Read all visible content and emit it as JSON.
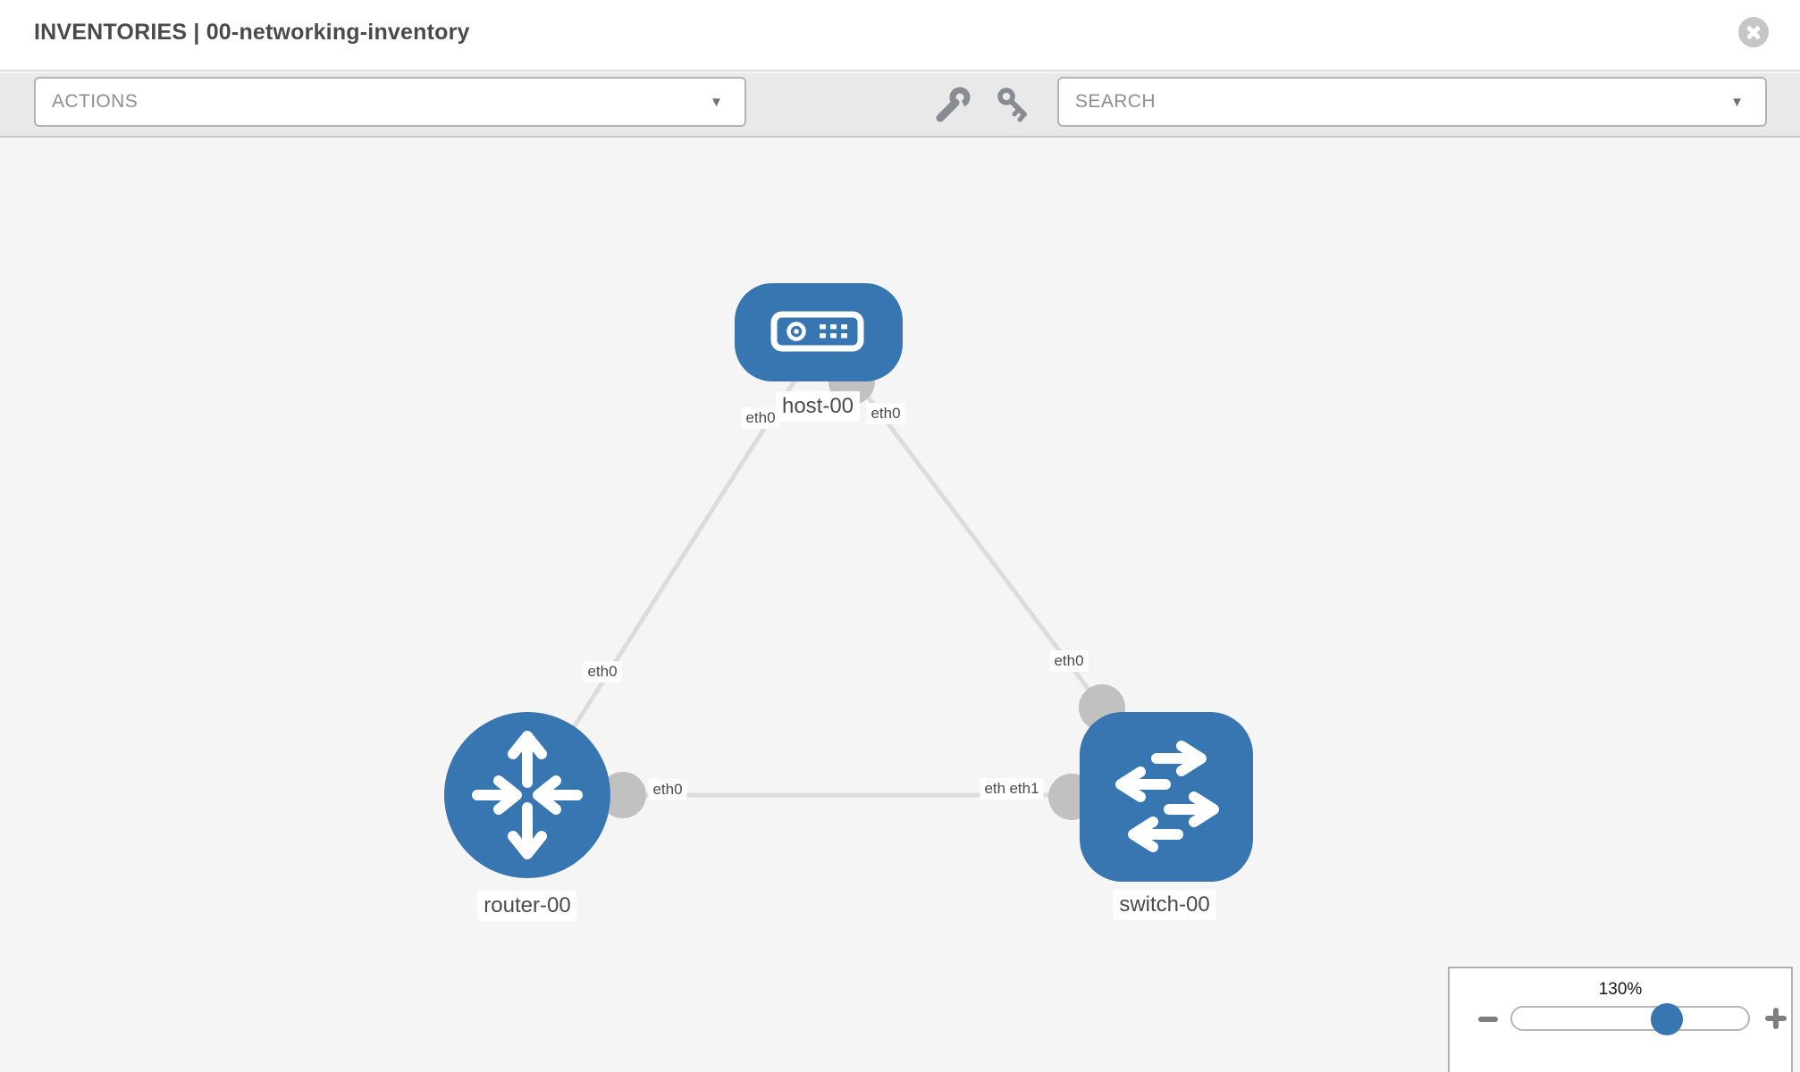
{
  "header": {
    "title": "INVENTORIES | 00-networking-inventory"
  },
  "toolbar": {
    "actions_label": "ACTIONS",
    "search_label": "SEARCH",
    "caret_glyph": "▼"
  },
  "topology": {
    "nodes": [
      {
        "id": "host-00",
        "type": "host",
        "label": "host-00"
      },
      {
        "id": "router-00",
        "type": "router",
        "label": "router-00"
      },
      {
        "id": "switch-00",
        "type": "switch",
        "label": "switch-00"
      }
    ],
    "links": [
      {
        "source": "host-00",
        "target": "router-00",
        "source_interface": "eth0",
        "target_interface": "eth0"
      },
      {
        "source": "host-00",
        "target": "switch-00",
        "source_interface": "eth0",
        "target_interface": "eth0"
      },
      {
        "source": "router-00",
        "target": "switch-00",
        "source_interface": "eth0",
        "target_interface": "eth1"
      }
    ],
    "interface_labels": {
      "host_left": "eth0",
      "host_right": "eth0",
      "router_uplink": "eth0",
      "switch_uplink": "eth0",
      "trunk_router_end": "eth0",
      "trunk_switch_end_overlapped": "eth0",
      "trunk_switch_end": "eth1"
    }
  },
  "zoom_control": {
    "level": "130%"
  },
  "icons": {
    "close": "close-icon",
    "wrench": "wrench-icon",
    "key": "key-icon",
    "dropdown_caret": "chevron-down-icon",
    "zoom_out": "minus-icon",
    "zoom_in": "plus-icon"
  },
  "colors": {
    "node_blue": "#3876b1",
    "link_gray": "#dcdcdc",
    "interface_dot_gray": "#c1c1c1",
    "label_text": "#4b4b4b",
    "toolbar_bg": "#e9e9e9",
    "canvas_bg": "#f5f5f5"
  }
}
